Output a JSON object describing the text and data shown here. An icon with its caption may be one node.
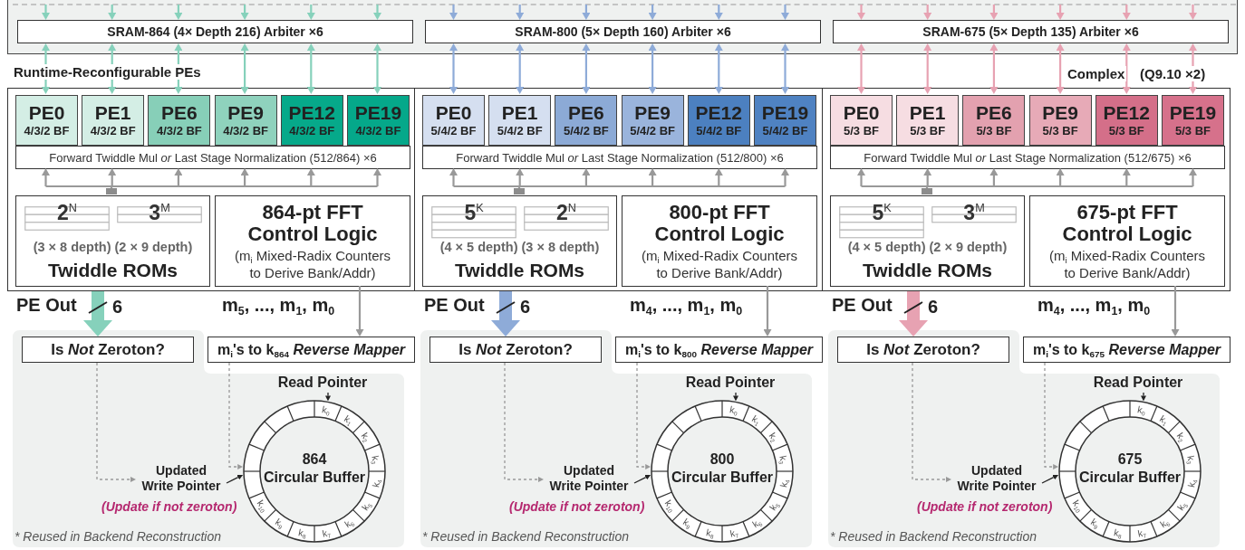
{
  "diagram": {
    "nodes": [
      {
        "text": [],
        "shape": "box"
      },
      {
        "text": [
          "SRAM-864 (4× Depth 216) Arbiter ×6"
        ],
        "in": 0
      },
      {
        "text": [
          "SRAM-800 (5× Depth 160) Arbiter ×6"
        ],
        "in": 0
      },
      {
        "text": [
          "SRAM-675 (5× Depth 135) Arbiter ×6"
        ],
        "in": 0
      },
      {
        "text": [],
        "shape": "box"
      },
      {
        "text": [
          "PE0",
          "4/3/2 BF"
        ],
        "in": 4
      },
      {
        "text": [
          "PE1",
          "4/3/2 BF"
        ],
        "in": 4
      },
      {
        "text": [
          "PE6",
          "4/3/2 BF"
        ],
        "in": 4
      },
      {
        "text": [
          "PE9",
          "4/3/2 BF"
        ],
        "in": 4
      },
      {
        "text": [
          "PE12",
          "4/3/2 BF"
        ],
        "in": 4
      },
      {
        "text": [
          "PE19",
          "4/3/2 BF"
        ],
        "in": 4
      },
      {
        "text": [
          "Forward Twiddle Mul *or* Last Stage Normalization (512/864) ×6"
        ],
        "in": 4
      },
      {
        "text": [
          "2$^{N}$",
          "3$^{M}$",
          "(3 × 8 depth) (2 × 9 depth)",
          "Twiddle ROMs"
        ],
        "in": 4
      },
      {
        "text": [
          "864-pt FFT Control Logic",
          "(m$_{i}$ Mixed-Radix Counters to Derive Bank/Addr)"
        ],
        "in": 4
      },
      {
        "text": [
          "* Reused in Backend Reconstruction"
        ]
      },
      {
        "text": [
          "Is *Not* Zeroton?"
        ],
        "in": 14
      },
      {
        "text": [
          "m$_{i}$'s to k$_{864}$ *Reverse Mapper*"
        ]
      },
      {
        "text": [
          "Read Pointer"
        ],
        "in": 14
      },
      {
        "text": [
          "864 Circular Buffer"
        ],
        "in": 14
      },
      {
        "text": [
          "Updated Write Pointer"
        ],
        "in": 14,
        "beside": [
          "(Update if not zeroton)"
        ]
      },
      {
        "text": [],
        "shape": "box"
      },
      {
        "text": [
          "PE0",
          "5/4/2 BF"
        ],
        "in": 20
      },
      {
        "text": [
          "PE1",
          "5/4/2 BF"
        ],
        "in": 20
      },
      {
        "text": [
          "PE6",
          "5/4/2 BF"
        ],
        "in": 20
      },
      {
        "text": [
          "PE9",
          "5/4/2 BF"
        ],
        "in": 20
      },
      {
        "text": [
          "PE12",
          "5/4/2 BF"
        ],
        "in": 20
      },
      {
        "text": [
          "PE19",
          "5/4/2 BF"
        ],
        "in": 20
      },
      {
        "text": [
          "Forward Twiddle Mul *or* Last Stage Normalization (512/800) ×6"
        ],
        "in": 20
      },
      {
        "text": [
          "5$^{K}$",
          "2$^{N}$",
          "(4 × 5 depth) (3 × 8 depth)",
          "Twiddle ROMs"
        ],
        "in": 20
      },
      {
        "text": [
          "800-pt FFT Control Logic",
          "(m$_{i}$ Mixed-Radix Counters to Derive Bank/Addr)"
        ],
        "in": 20
      },
      {
        "text": [
          "* Reused in Backend Reconstruction"
        ]
      },
      {
        "text": [
          "Is *Not* Zeroton?"
        ],
        "in": 30
      },
      {
        "text": [
          "m$_{i}$'s to k$_{800}$ *Reverse Mapper*"
        ]
      },
      {
        "text": [
          "Read Pointer"
        ],
        "in": 30
      },
      {
        "text": [
          "800 Circular Buffer"
        ],
        "in": 30
      },
      {
        "text": [
          "Updated Write Pointer"
        ],
        "in": 30,
        "beside": [
          "(Update if not zeroton)"
        ]
      },
      {
        "text": [],
        "shape": "box"
      },
      {
        "text": [
          "PE0",
          "5/3 BF"
        ],
        "in": 36
      },
      {
        "text": [
          "PE1",
          "5/3 BF"
        ],
        "in": 36
      },
      {
        "text": [
          "PE6",
          "5/3 BF"
        ],
        "in": 36
      },
      {
        "text": [
          "PE9",
          "5/3 BF"
        ],
        "in": 36
      },
      {
        "text": [
          "PE12",
          "5/3 BF"
        ],
        "in": 36
      },
      {
        "text": [
          "PE19",
          "5/3 BF"
        ],
        "in": 36
      },
      {
        "text": [
          "Forward Twiddle Mul *or* Last Stage Normalization (512/675) ×6"
        ],
        "in": 36
      },
      {
        "text": [
          "5$^{K}$",
          "3$^{M}$",
          "(4 × 5 depth) (2 × 9 depth)",
          "Twiddle ROMs"
        ],
        "in": 36
      },
      {
        "text": [
          "675-pt FFT Control Logic",
          "(m$_{i}$ Mixed-Radix Counters to Derive Bank/Addr)"
        ],
        "in": 36
      },
      {
        "text": [
          "* Reused in Backend Reconstruction"
        ]
      },
      {
        "text": [
          "Is *Not* Zeroton?"
        ],
        "in": 46
      },
      {
        "text": [
          "m$_{i}$'s to k$_{675}$ *Reverse Mapper*"
        ]
      },
      {
        "text": [
          "Read Pointer"
        ],
        "in": 46
      },
      {
        "text": [
          "675 Circular Buffer"
        ],
        "in": 46
      },
      {
        "text": [
          "Updated Write Pointer"
        ],
        "in": 46,
        "beside": [
          "(Update if not zeroton)"
        ]
      }
    ],
    "edges": [
      {
        "from": null,
        "to": 1,
        "arrow": "to",
        "color": "#86d1bb"
      },
      {
        "from": null,
        "to": 1,
        "arrow": "to",
        "color": "#86d1bb"
      },
      {
        "from": null,
        "to": 1,
        "arrow": "to",
        "color": "#86d1bb"
      },
      {
        "from": null,
        "to": 1,
        "arrow": "to",
        "color": "#86d1bb"
      },
      {
        "from": null,
        "to": 1,
        "arrow": "to",
        "color": "#86d1bb"
      },
      {
        "from": null,
        "to": 1,
        "arrow": "to",
        "color": "#86d1bb"
      },
      {
        "from": 1,
        "to": 5,
        "arrow": "both",
        "color": "#86d1bb"
      },
      {
        "from": 1,
        "to": 6,
        "arrow": "both",
        "color": "#86d1bb"
      },
      {
        "from": 1,
        "to": 7,
        "arrow": "both",
        "color": "#86d1bb"
      },
      {
        "from": 1,
        "to": 8,
        "arrow": "both",
        "color": "#86d1bb"
      },
      {
        "from": 1,
        "to": 9,
        "arrow": "both",
        "color": "#86d1bb"
      },
      {
        "from": 1,
        "to": 10,
        "arrow": "both",
        "color": "#86d1bb"
      },
      {
        "from": 12,
        "to": 11,
        "arrow": "to",
        "color": "#999999"
      },
      {
        "from": 4,
        "to": 15,
        "arrow": "to",
        "style": "thick",
        "color": "#86d1bb",
        "label": "PE Out"
      },
      {
        "from": 13,
        "to": 16,
        "arrow": "to",
        "color": "#999999",
        "label": "m$_{5}$, ..., m$_{1}$, m$_{0}$"
      },
      {
        "from": 15,
        "to": 19,
        "arrow": "to",
        "style": "dashed",
        "color": "#999999"
      },
      {
        "from": 16,
        "to": 18,
        "arrow": "to",
        "style": "dashed",
        "color": "#999999"
      },
      {
        "from": 17,
        "to": 18,
        "arrow": "to",
        "color": "#222222"
      },
      {
        "from": 19,
        "to": 18,
        "arrow": "to",
        "color": "#222222"
      },
      {
        "from": null,
        "to": 2,
        "arrow": "to",
        "color": "#8eabd8"
      },
      {
        "from": null,
        "to": 2,
        "arrow": "to",
        "color": "#8eabd8"
      },
      {
        "from": null,
        "to": 2,
        "arrow": "to",
        "color": "#8eabd8"
      },
      {
        "from": null,
        "to": 2,
        "arrow": "to",
        "color": "#8eabd8"
      },
      {
        "from": null,
        "to": 2,
        "arrow": "to",
        "color": "#8eabd8"
      },
      {
        "from": null,
        "to": 2,
        "arrow": "to",
        "color": "#8eabd8"
      },
      {
        "from": 2,
        "to": 21,
        "arrow": "both",
        "color": "#8eabd8"
      },
      {
        "from": 2,
        "to": 22,
        "arrow": "both",
        "color": "#8eabd8"
      },
      {
        "from": 2,
        "to": 23,
        "arrow": "both",
        "color": "#8eabd8"
      },
      {
        "from": 2,
        "to": 24,
        "arrow": "both",
        "color": "#8eabd8"
      },
      {
        "from": 2,
        "to": 25,
        "arrow": "both",
        "color": "#8eabd8"
      },
      {
        "from": 2,
        "to": 26,
        "arrow": "both",
        "color": "#8eabd8"
      },
      {
        "from": 28,
        "to": 27,
        "arrow": "to",
        "color": "#999999"
      },
      {
        "from": 20,
        "to": 31,
        "arrow": "to",
        "style": "thick",
        "color": "#8eabd8",
        "label": "PE Out"
      },
      {
        "from": 29,
        "to": 32,
        "arrow": "to",
        "color": "#999999",
        "label": "m$_{4}$, ..., m$_{1}$, m$_{0}$"
      },
      {
        "from": 31,
        "to": 35,
        "arrow": "to",
        "style": "dashed",
        "color": "#999999"
      },
      {
        "from": 32,
        "to": 34,
        "arrow": "to",
        "style": "dashed",
        "color": "#999999"
      },
      {
        "from": 33,
        "to": 34,
        "arrow": "to",
        "color": "#222222"
      },
      {
        "from": 35,
        "to": 34,
        "arrow": "to",
        "color": "#222222"
      },
      {
        "from": null,
        "to": 3,
        "arrow": "to",
        "color": "#e7a2b2"
      },
      {
        "from": null,
        "to": 3,
        "arrow": "to",
        "color": "#e7a2b2"
      },
      {
        "from": null,
        "to": 3,
        "arrow": "to",
        "color": "#e7a2b2"
      },
      {
        "from": null,
        "to": 3,
        "arrow": "to",
        "color": "#e7a2b2"
      },
      {
        "from": null,
        "to": 3,
        "arrow": "to",
        "color": "#e7a2b2"
      },
      {
        "from": null,
        "to": 3,
        "arrow": "to",
        "color": "#e7a2b2"
      },
      {
        "from": 3,
        "to": 37,
        "arrow": "both",
        "color": "#e7a2b2"
      },
      {
        "from": 3,
        "to": 38,
        "arrow": "both",
        "color": "#e7a2b2"
      },
      {
        "from": 3,
        "to": 39,
        "arrow": "both",
        "color": "#e7a2b2"
      },
      {
        "from": 3,
        "to": 40,
        "arrow": "both",
        "color": "#e7a2b2"
      },
      {
        "from": 3,
        "to": 41,
        "arrow": "both",
        "color": "#e7a2b2"
      },
      {
        "from": 3,
        "to": 42,
        "arrow": "both",
        "color": "#e7a2b2"
      },
      {
        "from": 44,
        "to": 43,
        "arrow": "to",
        "color": "#999999"
      },
      {
        "from": 36,
        "to": 47,
        "arrow": "to",
        "style": "thick",
        "color": "#e7a2b2",
        "label": "PE Out"
      },
      {
        "from": 45,
        "to": 48,
        "arrow": "to",
        "color": "#999999",
        "label": "m$_{4}$, ..., m$_{1}$, m$_{0}$"
      },
      {
        "from": 47,
        "to": 51,
        "arrow": "to",
        "style": "dashed",
        "color": "#999999"
      },
      {
        "from": 48,
        "to": 50,
        "arrow": "to",
        "style": "dashed",
        "color": "#999999"
      },
      {
        "from": 49,
        "to": 50,
        "arrow": "to",
        "color": "#222222"
      },
      {
        "from": 51,
        "to": 50,
        "arrow": "to",
        "color": "#222222"
      }
    ],
    "labels": [
      "Runtime-Reconfigurable PEs",
      "Complex",
      "(Q9.10 ×2)",
      "6",
      "k$_{0}$",
      "k$_{1}$",
      "k$_{2}$",
      "k$_{3}$",
      "k$_{4}$",
      "k$_{5}$",
      "k$_{6}$",
      "k$_{7}$",
      "k$_{8}$",
      "k$_{9}$",
      "k$_{10}$",
      "6",
      "k$_{0}$",
      "k$_{1}$",
      "k$_{2}$",
      "k$_{3}$",
      "k$_{4}$",
      "k$_{5}$",
      "k$_{6}$",
      "k$_{7}$",
      "k$_{8}$",
      "k$_{9}$",
      "k$_{10}$",
      "6",
      "k$_{0}$",
      "k$_{1}$",
      "k$_{2}$",
      "k$_{3}$",
      "k$_{4}$",
      "k$_{5}$",
      "k$_{6}$",
      "k$_{7}$",
      "k$_{8}$",
      "k$_{9}$",
      "k$_{10}$"
    ]
  }
}
